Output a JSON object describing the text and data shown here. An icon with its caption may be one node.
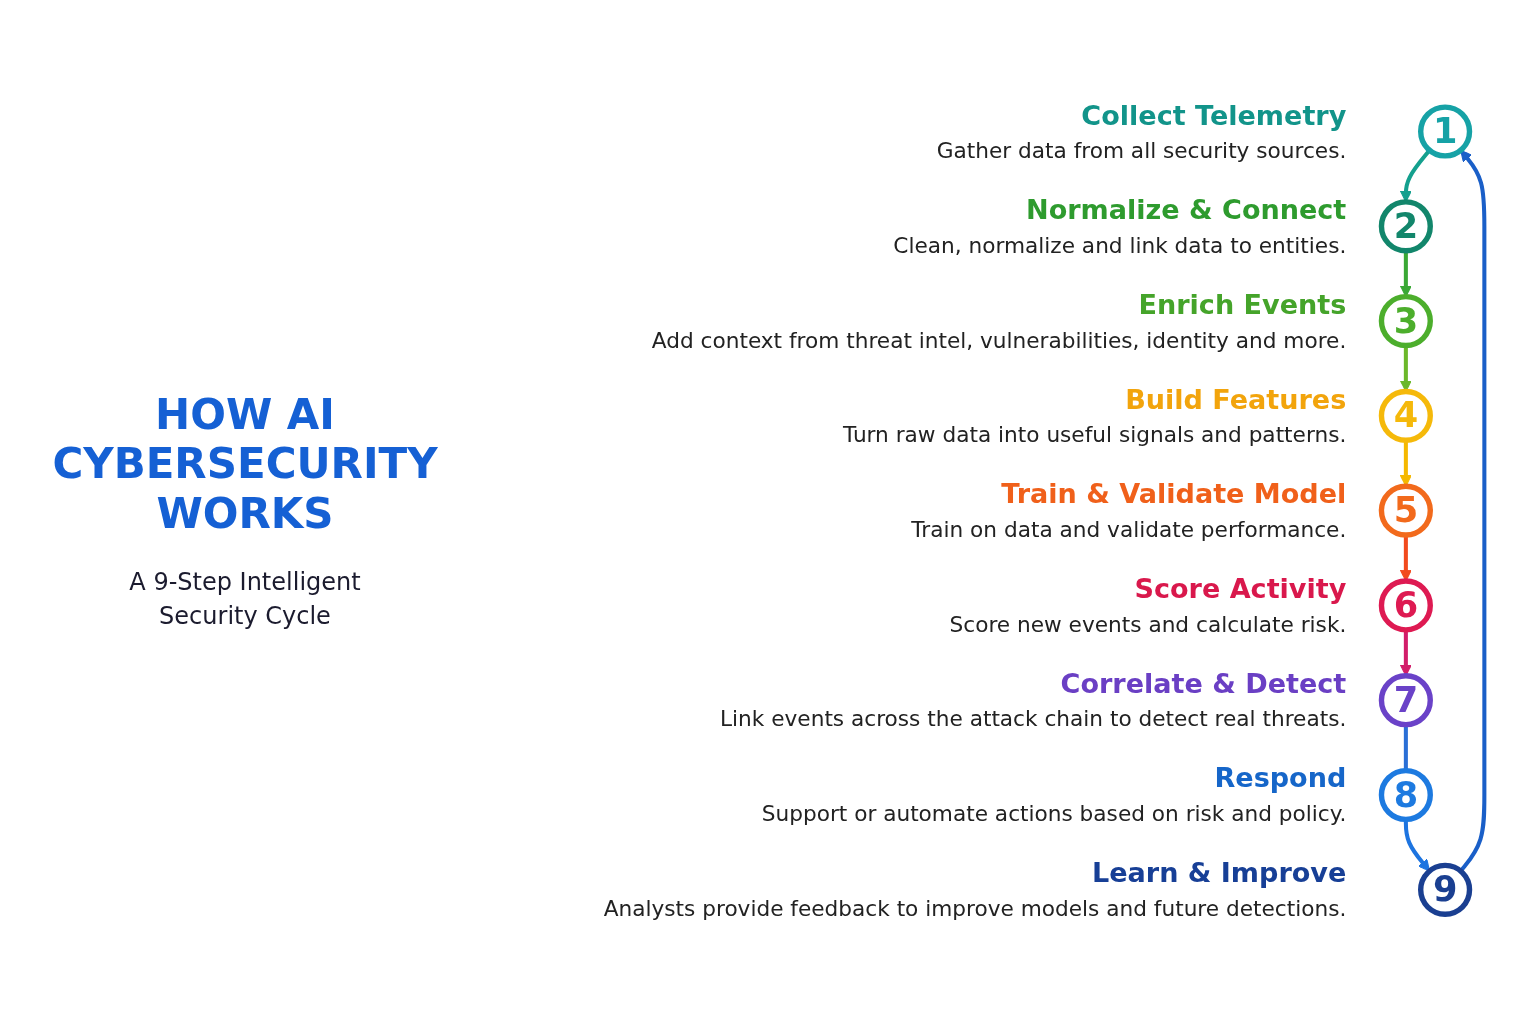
{
  "diagram": {
    "title": "HOW AI CYBERSECURITY WORKS",
    "caption": "A 9-Step Intelligent Security Cycle",
    "nodes": [
      {
        "text": [
          "1"
        ],
        "beside": [
          "Collect Telemetry",
          "Gather data from all security sources."
        ]
      },
      {
        "text": [
          "2"
        ],
        "beside": [
          "Normalize & Connect",
          "Clean, normalize and link data to entities."
        ]
      },
      {
        "text": [
          "3"
        ],
        "beside": [
          "Enrich Events",
          "Add context from threat intel, vulnerabilities, identity and more."
        ]
      },
      {
        "text": [
          "4"
        ],
        "beside": [
          "Build Features",
          "Turn raw data into useful signals and patterns."
        ]
      },
      {
        "text": [
          "5"
        ],
        "beside": [
          "Train & Validate Model",
          "Train on data and validate performance."
        ]
      },
      {
        "text": [
          "6"
        ],
        "beside": [
          "Score Activity",
          "Score new events and calculate risk."
        ]
      },
      {
        "text": [
          "7"
        ],
        "beside": [
          "Correlate & Detect",
          "Link events across the attack chain to detect real threats."
        ]
      },
      {
        "text": [
          "8"
        ],
        "beside": [
          "Respond",
          "Support or automate actions based on risk and policy."
        ]
      },
      {
        "text": [
          "9"
        ],
        "beside": [
          "Learn & Improve",
          "Analysts provide feedback to improve models and future detections."
        ]
      }
    ],
    "edges": [
      {
        "from": 0,
        "to": 1,
        "arrow": "to",
        "color": "#14a08e"
      },
      {
        "from": 1,
        "to": 2,
        "arrow": "to",
        "color": "#3aa835"
      },
      {
        "from": 2,
        "to": 3,
        "arrow": "to",
        "color": "#6cb82a"
      },
      {
        "from": 3,
        "to": 4,
        "arrow": "to",
        "color": "#f5b800"
      },
      {
        "from": 4,
        "to": 5,
        "arrow": "to",
        "color": "#f24a1e"
      },
      {
        "from": 5,
        "to": 6,
        "arrow": "to",
        "color": "#d21d6a"
      },
      {
        "from": 6,
        "to": 7,
        "arrow": "none",
        "color": "#2a6fd6"
      },
      {
        "from": 7,
        "to": 8,
        "arrow": "to",
        "color": "#1d74e0"
      },
      {
        "from": 8,
        "to": 0,
        "arrow": "to",
        "color": "#1a5fc8"
      }
    ]
  }
}
